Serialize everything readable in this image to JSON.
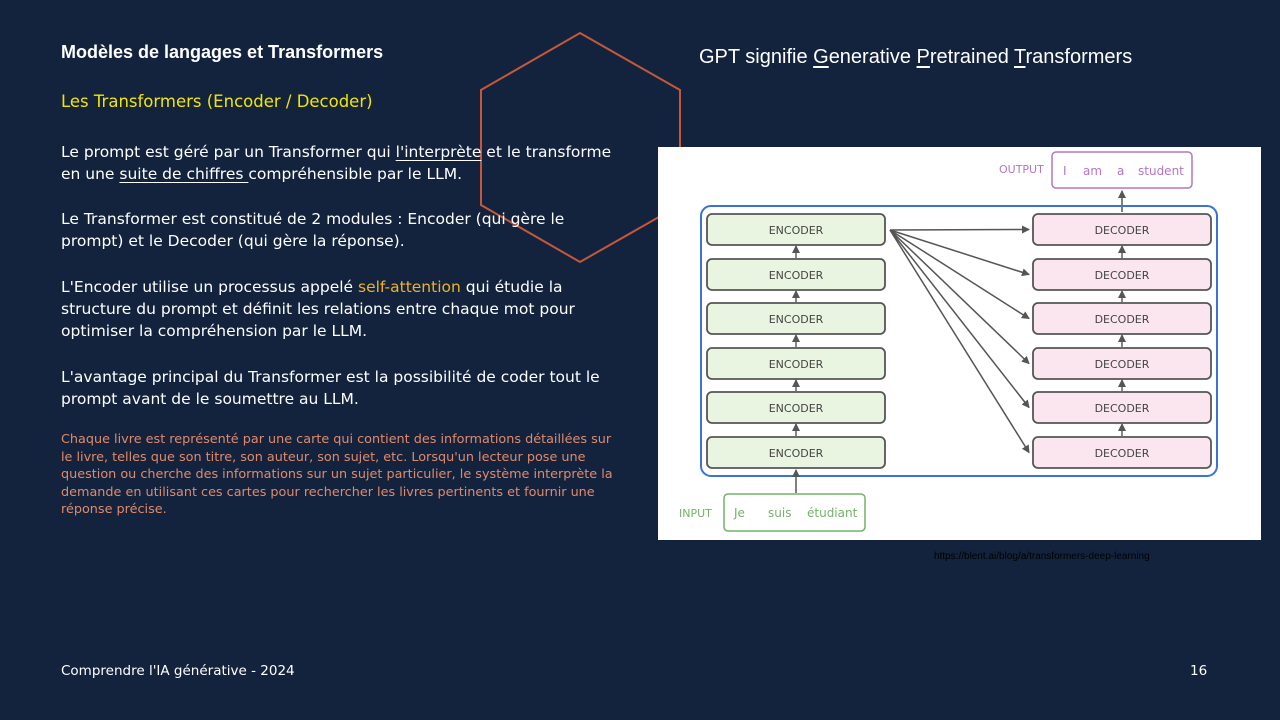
{
  "slide": {
    "title": "Modèles de langages et Transformers",
    "subtitle": "Les Transformers  (Encoder / Decoder)",
    "paragraphs": {
      "p1_a": "Le prompt est géré par un Transformer qui ",
      "p1_u1": "l'interprète",
      "p1_b": " et le transforme en une ",
      "p1_u2": "suite de chiffres ",
      "p1_c": "compréhensible par le LLM.",
      "p2": "Le Transformer est constitué de 2 modules : Encoder (qui gère le prompt) et le Decoder (qui gère la réponse).",
      "p3_a": "L'Encoder utilise un processus appelé ",
      "p3_hl": "self-attention",
      "p3_b": " qui étudie la structure du prompt et définit les relations entre chaque mot pour optimiser la compréhension par le LLM.",
      "p4": "L'avantage principal du Transformer est la possibilité de coder tout le prompt avant de le soumettre au LLM."
    },
    "note": "Chaque livre est représenté par une carte qui contient des informations détaillées sur le livre, telles que son titre, son auteur, son sujet, etc. Lorsqu'un lecteur pose une question ou cherche des informations sur un sujet particulier, le système interprète la demande en utilisant ces cartes pour rechercher les livres pertinents et fournir une réponse précise.",
    "gpt_heading": {
      "w1_pre": "GPT signifie ",
      "g": "G",
      "enerative": "enerative ",
      "p": "P",
      "retrained": "retrained ",
      "t": "T",
      "ransformers": "ransformers"
    },
    "source_link": "https://blent.ai/blog/a/transformers-deep-learning",
    "footer": "Comprendre l'IA générative - 2024",
    "page_number": "16"
  },
  "diagram": {
    "output_label": "OUTPUT",
    "output_tokens": [
      "I",
      "am",
      "a",
      "student"
    ],
    "input_label": "INPUT",
    "input_tokens": [
      "Je",
      "suis",
      "étudiant"
    ],
    "encoder_label": "ENCODER",
    "decoder_label": "DECODER",
    "encoder_count": 6,
    "decoder_count": 6,
    "colors": {
      "encoder_fill": "#eaf5e1",
      "decoder_fill": "#fbe6f0",
      "box_stroke": "#555555",
      "container_stroke": "#3a72d9",
      "output_color": "#b276c6",
      "input_color": "#76b06a",
      "label_gray": "#8a8a8a"
    }
  },
  "theme": {
    "background": "#13233d",
    "accent_yellow": "#f2e600",
    "accent_orange": "#f0b320",
    "note_color": "#e08a6c",
    "hexagon_color": "#c4583a"
  }
}
